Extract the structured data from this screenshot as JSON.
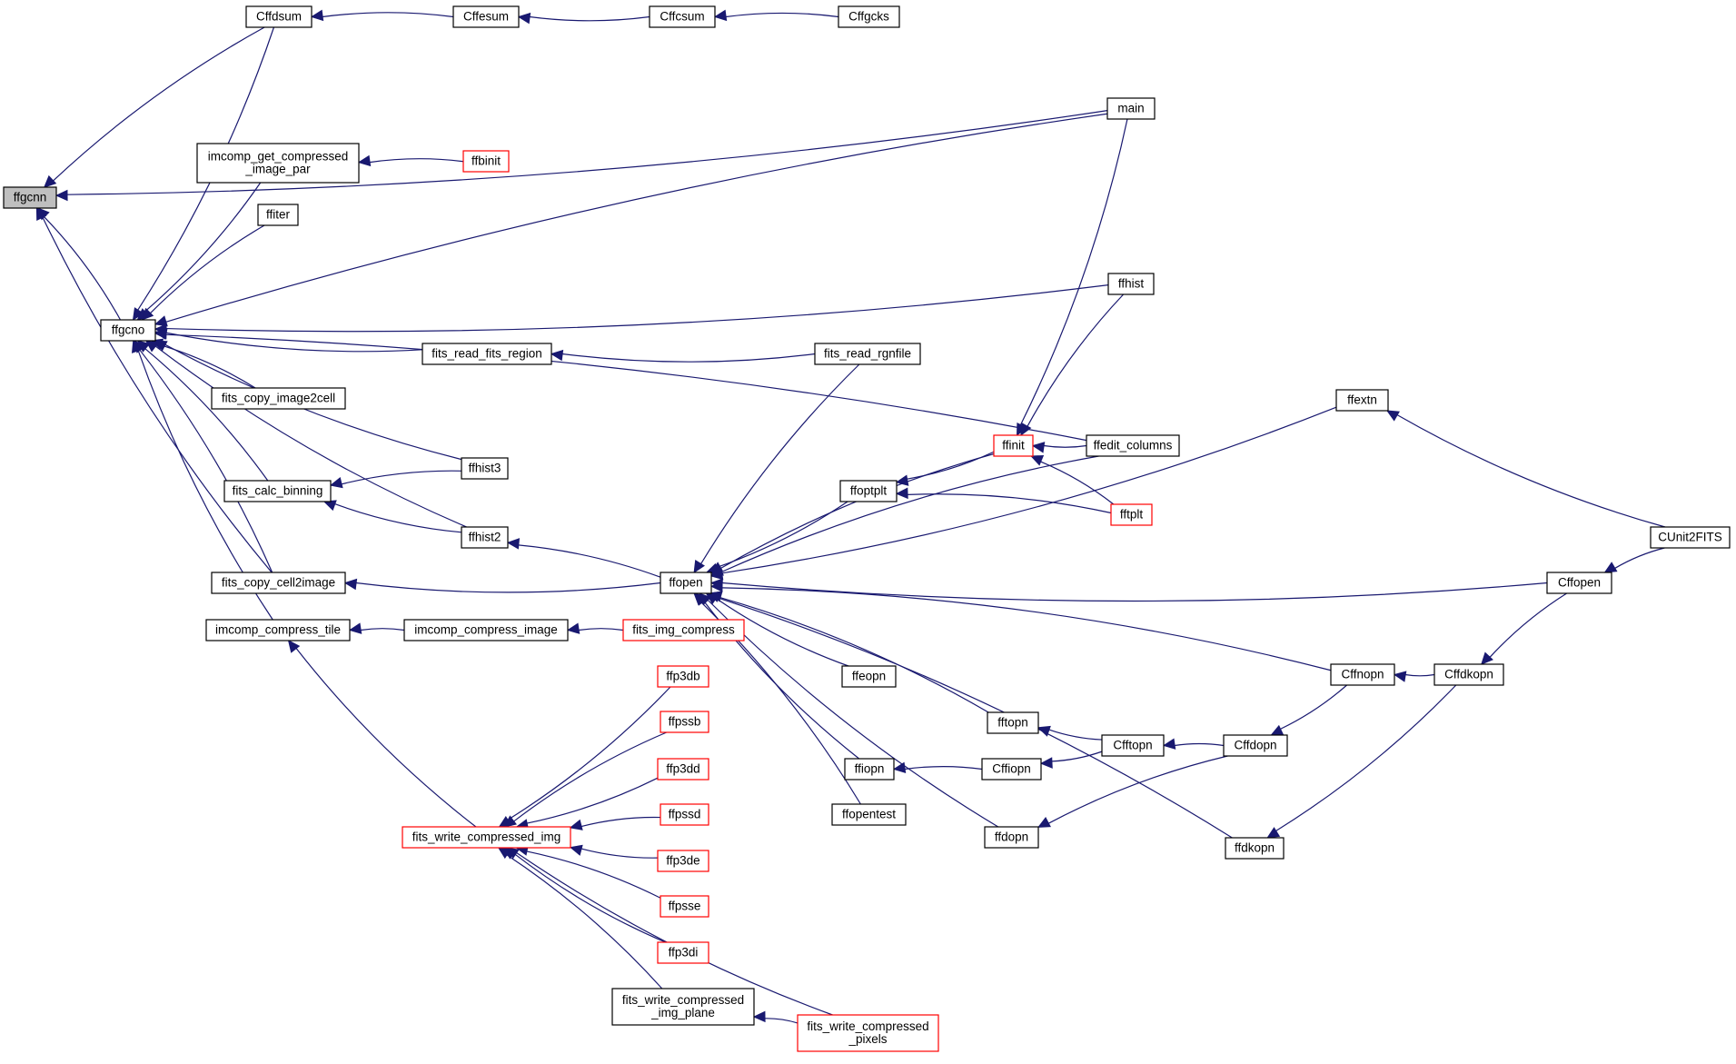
{
  "colors": {
    "edge": "#191970",
    "node_border": "#000000",
    "node_border_red": "#ff0000",
    "node_fill": "#ffffff",
    "root_fill": "#bfbfbf"
  },
  "nodes": [
    {
      "id": "ffgcnn",
      "lines": [
        "ffgcnn"
      ],
      "style": "root"
    },
    {
      "id": "Cffdsum",
      "lines": [
        "Cffdsum"
      ],
      "style": "normal"
    },
    {
      "id": "Cffesum",
      "lines": [
        "Cffesum"
      ],
      "style": "normal"
    },
    {
      "id": "Cffcsum",
      "lines": [
        "Cffcsum"
      ],
      "style": "normal"
    },
    {
      "id": "Cffgcks",
      "lines": [
        "Cffgcks"
      ],
      "style": "normal"
    },
    {
      "id": "main",
      "lines": [
        "main"
      ],
      "style": "normal"
    },
    {
      "id": "imcomp_get",
      "lines": [
        "imcomp_get_compressed",
        "_image_par"
      ],
      "style": "normal"
    },
    {
      "id": "ffbinit",
      "lines": [
        "ffbinit"
      ],
      "style": "red"
    },
    {
      "id": "ffiter",
      "lines": [
        "ffiter"
      ],
      "style": "normal"
    },
    {
      "id": "ffhist",
      "lines": [
        "ffhist"
      ],
      "style": "normal"
    },
    {
      "id": "ffgcno",
      "lines": [
        "ffgcno"
      ],
      "style": "normal"
    },
    {
      "id": "fits_read_fits_region",
      "lines": [
        "fits_read_fits_region"
      ],
      "style": "normal"
    },
    {
      "id": "fits_read_rgnfile",
      "lines": [
        "fits_read_rgnfile"
      ],
      "style": "normal"
    },
    {
      "id": "fits_copy_image2cell",
      "lines": [
        "fits_copy_image2cell"
      ],
      "style": "normal"
    },
    {
      "id": "ffextn",
      "lines": [
        "ffextn"
      ],
      "style": "normal"
    },
    {
      "id": "ffinit",
      "lines": [
        "ffinit"
      ],
      "style": "red"
    },
    {
      "id": "ffedit_columns",
      "lines": [
        "ffedit_columns"
      ],
      "style": "normal"
    },
    {
      "id": "ffhist3",
      "lines": [
        "ffhist3"
      ],
      "style": "normal"
    },
    {
      "id": "fits_calc_binning",
      "lines": [
        "fits_calc_binning"
      ],
      "style": "normal"
    },
    {
      "id": "ffoptplt",
      "lines": [
        "ffoptplt"
      ],
      "style": "normal"
    },
    {
      "id": "fftplt",
      "lines": [
        "fftplt"
      ],
      "style": "red"
    },
    {
      "id": "CUnit2FITS",
      "lines": [
        "CUnit2FITS"
      ],
      "style": "normal"
    },
    {
      "id": "ffhist2",
      "lines": [
        "ffhist2"
      ],
      "style": "normal"
    },
    {
      "id": "fits_copy_cell2image",
      "lines": [
        "fits_copy_cell2image"
      ],
      "style": "normal"
    },
    {
      "id": "ffopen",
      "lines": [
        "ffopen"
      ],
      "style": "normal"
    },
    {
      "id": "Cffopen",
      "lines": [
        "Cffopen"
      ],
      "style": "normal"
    },
    {
      "id": "imcomp_compress_tile",
      "lines": [
        "imcomp_compress_tile"
      ],
      "style": "normal"
    },
    {
      "id": "imcomp_compress_image",
      "lines": [
        "imcomp_compress_image"
      ],
      "style": "normal"
    },
    {
      "id": "fits_img_compress",
      "lines": [
        "fits_img_compress"
      ],
      "style": "red"
    },
    {
      "id": "ffp3db",
      "lines": [
        "ffp3db"
      ],
      "style": "red"
    },
    {
      "id": "Cffnopn",
      "lines": [
        "Cffnopn"
      ],
      "style": "normal"
    },
    {
      "id": "Cffdkopn",
      "lines": [
        "Cffdkopn"
      ],
      "style": "normal"
    },
    {
      "id": "ffeopn",
      "lines": [
        "ffeopn"
      ],
      "style": "normal"
    },
    {
      "id": "ffpssb",
      "lines": [
        "ffpssb"
      ],
      "style": "red"
    },
    {
      "id": "fftopn",
      "lines": [
        "fftopn"
      ],
      "style": "normal"
    },
    {
      "id": "Cfftopn",
      "lines": [
        "Cfftopn"
      ],
      "style": "normal"
    },
    {
      "id": "Cffdopn",
      "lines": [
        "Cffdopn"
      ],
      "style": "normal"
    },
    {
      "id": "ffiopn",
      "lines": [
        "ffiopn"
      ],
      "style": "normal"
    },
    {
      "id": "Cffiopn",
      "lines": [
        "Cffiopn"
      ],
      "style": "normal"
    },
    {
      "id": "ffp3dd",
      "lines": [
        "ffp3dd"
      ],
      "style": "red"
    },
    {
      "id": "ffopentest",
      "lines": [
        "ffopentest"
      ],
      "style": "normal"
    },
    {
      "id": "ffpssd",
      "lines": [
        "ffpssd"
      ],
      "style": "red"
    },
    {
      "id": "fits_write_compressed_img",
      "lines": [
        "fits_write_compressed_img"
      ],
      "style": "red"
    },
    {
      "id": "ffdopn",
      "lines": [
        "ffdopn"
      ],
      "style": "normal"
    },
    {
      "id": "ffdkopn",
      "lines": [
        "ffdkopn"
      ],
      "style": "normal"
    },
    {
      "id": "ffp3de",
      "lines": [
        "ffp3de"
      ],
      "style": "red"
    },
    {
      "id": "ffpsse",
      "lines": [
        "ffpsse"
      ],
      "style": "red"
    },
    {
      "id": "ffp3di",
      "lines": [
        "ffp3di"
      ],
      "style": "red"
    },
    {
      "id": "fits_write_compressed_img_plane",
      "lines": [
        "fits_write_compressed",
        "_img_plane"
      ],
      "style": "normal"
    },
    {
      "id": "fits_write_compressed_pixels",
      "lines": [
        "fits_write_compressed",
        "_pixels"
      ],
      "style": "red"
    }
  ],
  "edges": [
    [
      "ffgcnn",
      "Cffdsum"
    ],
    [
      "ffgcnn",
      "main"
    ],
    [
      "ffgcnn",
      "ffgcno"
    ],
    [
      "ffgcnn",
      "fits_copy_cell2image"
    ],
    [
      "Cffdsum",
      "Cffesum"
    ],
    [
      "Cffesum",
      "Cffcsum"
    ],
    [
      "Cffcsum",
      "Cffgcks"
    ],
    [
      "ffgcno",
      "Cffdsum"
    ],
    [
      "ffgcno",
      "main"
    ],
    [
      "ffgcno",
      "imcomp_get"
    ],
    [
      "ffgcno",
      "ffiter"
    ],
    [
      "ffgcno",
      "ffhist"
    ],
    [
      "ffgcno",
      "ffedit_columns"
    ],
    [
      "ffgcno",
      "fits_read_fits_region"
    ],
    [
      "ffgcno",
      "fits_copy_image2cell"
    ],
    [
      "ffgcno",
      "ffhist3"
    ],
    [
      "ffgcno",
      "fits_calc_binning"
    ],
    [
      "ffgcno",
      "ffhist2"
    ],
    [
      "ffgcno",
      "fits_copy_cell2image"
    ],
    [
      "ffgcno",
      "imcomp_compress_tile"
    ],
    [
      "imcomp_get",
      "ffbinit"
    ],
    [
      "fits_read_fits_region",
      "fits_read_rgnfile"
    ],
    [
      "fits_calc_binning",
      "ffhist3"
    ],
    [
      "fits_calc_binning",
      "ffhist2"
    ],
    [
      "ffhist2",
      "ffopen"
    ],
    [
      "fits_copy_cell2image",
      "ffopen"
    ],
    [
      "ffopen",
      "fits_read_rgnfile"
    ],
    [
      "ffopen",
      "ffextn"
    ],
    [
      "ffopen",
      "ffinit"
    ],
    [
      "ffopen",
      "ffoptplt"
    ],
    [
      "ffopen",
      "ffedit_columns"
    ],
    [
      "ffopen",
      "Cffopen"
    ],
    [
      "ffopen",
      "Cffnopn"
    ],
    [
      "ffopen",
      "ffeopn"
    ],
    [
      "ffopen",
      "fftopn"
    ],
    [
      "ffopen",
      "ffiopn"
    ],
    [
      "ffopen",
      "ffopentest"
    ],
    [
      "ffopen",
      "ffdopn"
    ],
    [
      "ffopen",
      "ffdkopn"
    ],
    [
      "ffinit",
      "main"
    ],
    [
      "ffinit",
      "ffhist"
    ],
    [
      "ffinit",
      "ffedit_columns"
    ],
    [
      "ffinit",
      "fftplt"
    ],
    [
      "ffoptplt",
      "ffinit"
    ],
    [
      "ffoptplt",
      "fftplt"
    ],
    [
      "ffextn",
      "CUnit2FITS"
    ],
    [
      "Cffopen",
      "CUnit2FITS"
    ],
    [
      "Cffnopn",
      "Cffdkopn"
    ],
    [
      "Cffdkopn",
      "Cffopen"
    ],
    [
      "fftopn",
      "Cfftopn"
    ],
    [
      "Cfftopn",
      "Cffdopn"
    ],
    [
      "Cffdopn",
      "Cffnopn"
    ],
    [
      "ffiopn",
      "Cffiopn"
    ],
    [
      "Cffiopn",
      "Cfftopn"
    ],
    [
      "ffdopn",
      "Cffdopn"
    ],
    [
      "ffdkopn",
      "Cffdkopn"
    ],
    [
      "imcomp_compress_tile",
      "imcomp_compress_image"
    ],
    [
      "imcomp_compress_tile",
      "fits_write_compressed_img"
    ],
    [
      "imcomp_compress_image",
      "fits_img_compress"
    ],
    [
      "fits_write_compressed_img",
      "ffp3db"
    ],
    [
      "fits_write_compressed_img",
      "ffpssb"
    ],
    [
      "fits_write_compressed_img",
      "ffp3dd"
    ],
    [
      "fits_write_compressed_img",
      "ffpssd"
    ],
    [
      "fits_write_compressed_img",
      "ffp3de"
    ],
    [
      "fits_write_compressed_img",
      "ffpsse"
    ],
    [
      "fits_write_compressed_img",
      "ffp3di"
    ],
    [
      "fits_write_compressed_img",
      "fits_write_compressed_img_plane"
    ],
    [
      "fits_write_compressed_img",
      "fits_write_compressed_pixels"
    ],
    [
      "fits_write_compressed_img_plane",
      "fits_write_compressed_pixels"
    ]
  ]
}
